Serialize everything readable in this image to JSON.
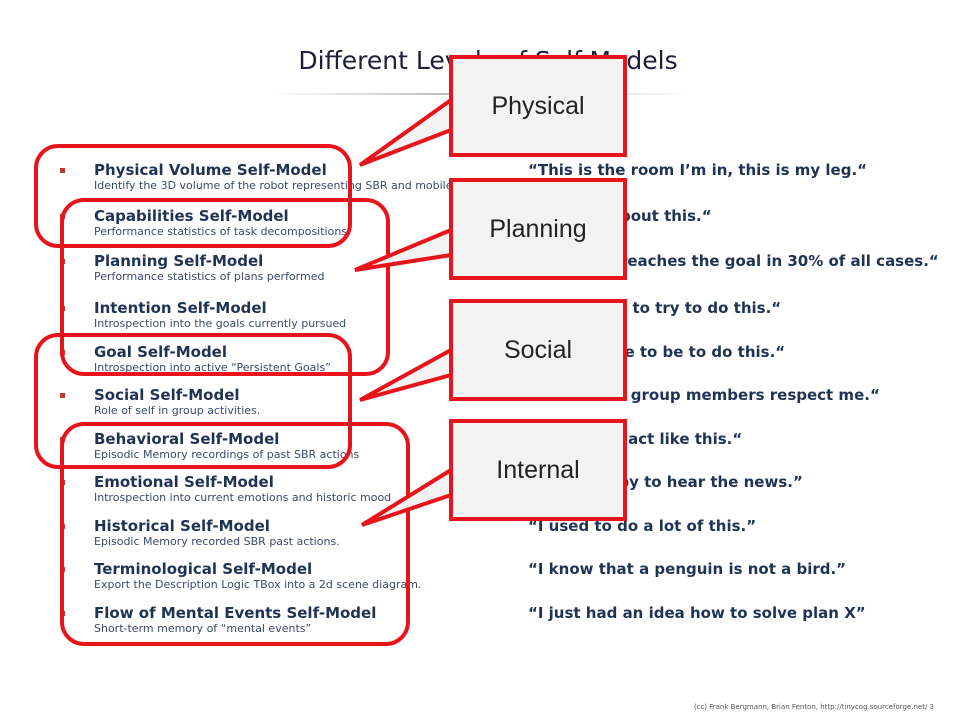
{
  "slide": {
    "title": "Different Levels of Self-Models",
    "footer": "(cc) Frank Bergmann, Brian Fenton, http://tinycog.sourceforge.net/ 3"
  },
  "items": [
    {
      "name": "Physical Volume Self-Model",
      "desc": "Identify the 3D volume of the robot representing SBR and mobile parts",
      "quote": "“This is the room I’m in, this is my leg.“"
    },
    {
      "name": "Capabilities Self-Model",
      "desc": "Performance statistics of task decompositions",
      "quote": "“I can do about this.“"
    },
    {
      "name": "Planning Self-Model",
      "desc": "Performance statistics of plans performed",
      "quote": "“This plan reaches the goal in 30% of all cases.“"
    },
    {
      "name": "Intention Self-Model",
      "desc": "Introspection into the goals currently pursued",
      "quote": "“I am going to try to do this.“"
    },
    {
      "name": "Goal Self-Model",
      "desc": "Introspection into active “Persistent Goals”",
      "quote": "“I would like to be to do this.“"
    },
    {
      "name": "Social Self-Model",
      "desc": "Role of self in group activities.",
      "quote": "“I think the group members respect me.“"
    },
    {
      "name": "Behavioral Self-Model",
      "desc": "Episodic Memory recordings of past SBR actions",
      "quote": "“I normally act like this.“"
    },
    {
      "name": "Emotional Self-Model",
      "desc": "Introspection into current emotions and historic mood",
      "quote": "“I was happy to hear the news.”"
    },
    {
      "name": "Historical Self-Model",
      "desc": "Episodic Memory recorded SBR past actions.",
      "quote": "“I used to do a lot of this.”"
    },
    {
      "name": "Terminological Self-Model",
      "desc": "Export the Description Logic TBox into a 2d scene diagram.",
      "quote": "“I know that a penguin is not a bird.”"
    },
    {
      "name": "Flow of Mental Events Self-Model",
      "desc": "Short-term memory of “mental events”",
      "quote": "“I just had an idea how to solve plan X”"
    }
  ],
  "callouts": [
    {
      "label": "Physical"
    },
    {
      "label": "Planning"
    },
    {
      "label": "Social"
    },
    {
      "label": "Internal"
    }
  ],
  "colors": {
    "accent": "#e8141c",
    "bullet": "#c0392b",
    "text": "#1f3355"
  }
}
